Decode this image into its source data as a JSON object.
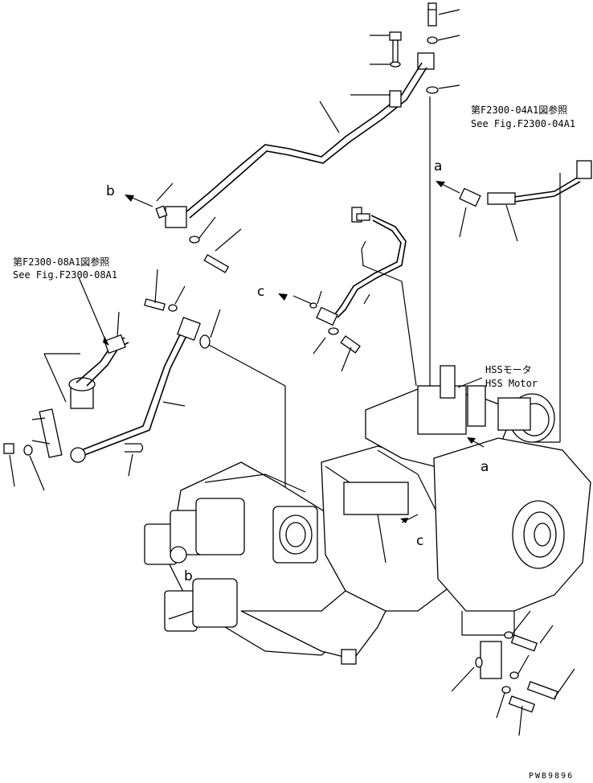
{
  "diagram": {
    "ref_top_right": {
      "jp": "第F2300-04A1図参照",
      "en": "See Fig.F2300-04A1"
    },
    "ref_left": {
      "jp": "第F2300-08A1図参照",
      "en": "See Fig.F2300-08A1"
    },
    "hss_motor": {
      "jp": "HSSモータ",
      "en": "HSS Motor"
    },
    "callouts": {
      "a_upper": "a",
      "a_lower": "a",
      "b_upper": "b",
      "b_lower": "b",
      "c_upper": "c",
      "c_lower": "c"
    },
    "drawing_code": "PWB9896"
  }
}
